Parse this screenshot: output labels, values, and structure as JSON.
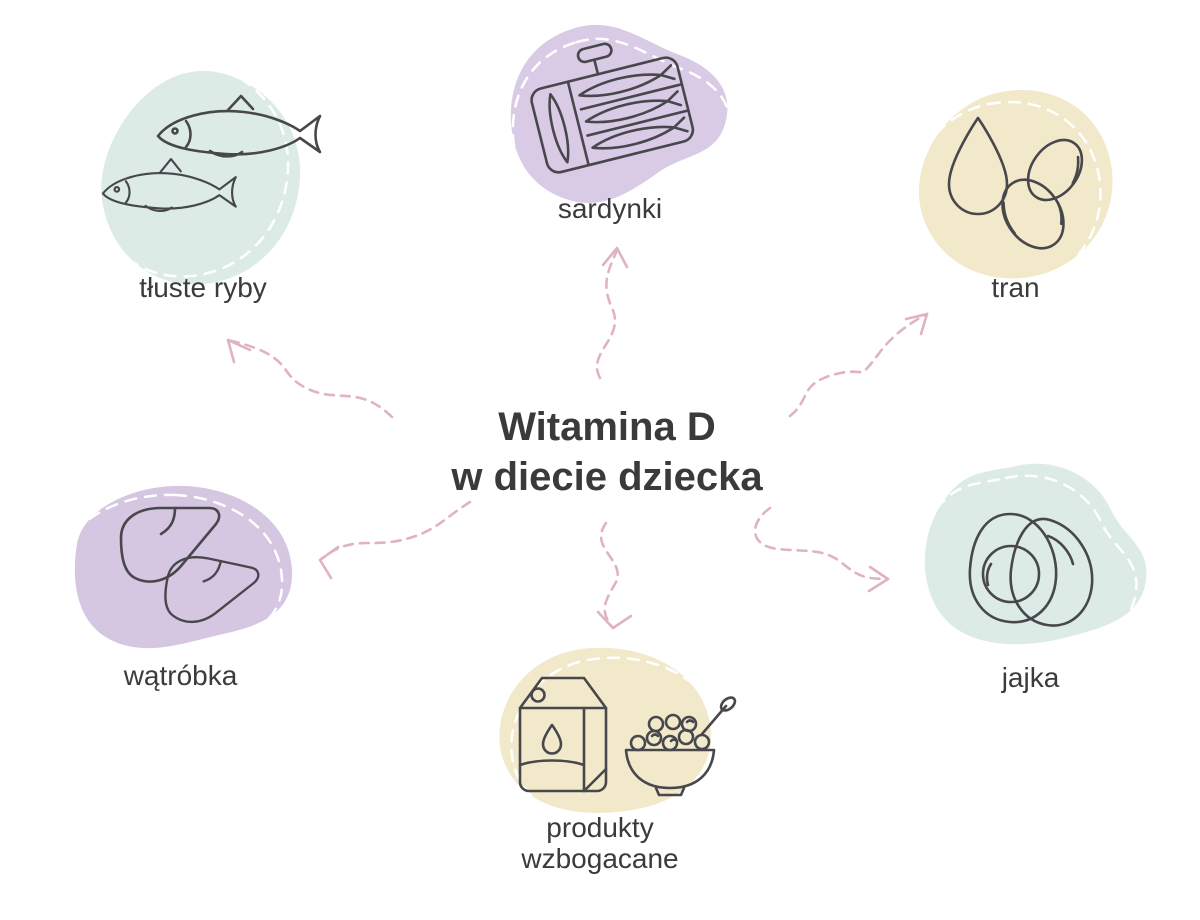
{
  "title": {
    "line1": "Witamina D",
    "line2": "w diecie dziecka"
  },
  "nodes": [
    {
      "id": "tluste-ryby",
      "label": "tłuste ryby",
      "color": "#dcebe6",
      "icon": "fish-pair-icon"
    },
    {
      "id": "sardynki",
      "label": "sardynki",
      "color": "#d9cbe6",
      "icon": "sardine-can-icon"
    },
    {
      "id": "tran",
      "label": "tran",
      "color": "#f2e9cb",
      "icon": "oil-drop-and-capsules-icon"
    },
    {
      "id": "watrobka",
      "label": "wątróbka",
      "color": "#d5c6e2",
      "icon": "liver-icon"
    },
    {
      "id": "produkty-wzbogacane",
      "label": "produkty wzbogacane",
      "color": "#f2e9cb",
      "icon": "milk-and-cereal-icon"
    },
    {
      "id": "jajka",
      "label": "jajka",
      "color": "#dcebe6",
      "icon": "boiled-eggs-icon"
    }
  ],
  "style": {
    "background": "#ffffff",
    "arrow_color": "#e0b3c1",
    "icon_stroke": "#47474c",
    "title_color": "#3a3a3d",
    "label_color": "#3b3b3e",
    "blob_dash_color": "#ffffff"
  }
}
